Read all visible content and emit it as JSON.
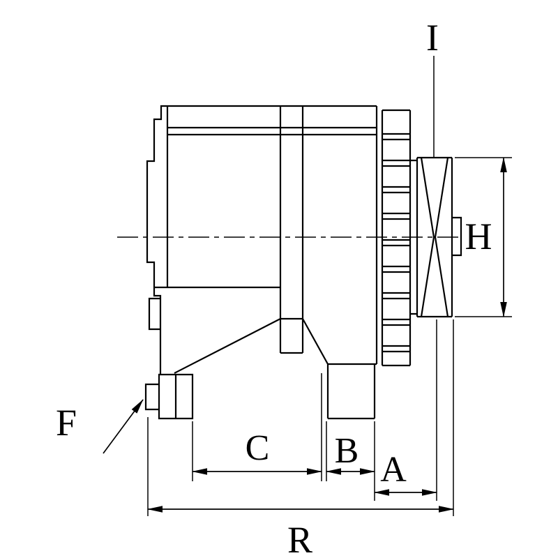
{
  "diagram": {
    "description": "Technical line drawing of an alternator, side view, with pulley and dimension callout letters",
    "colors": {
      "line": "#000000",
      "background": "#ffffff"
    },
    "labels": {
      "I": "I",
      "H": "H",
      "F": "F",
      "C": "C",
      "B": "B",
      "A": "A",
      "R": "R"
    }
  }
}
